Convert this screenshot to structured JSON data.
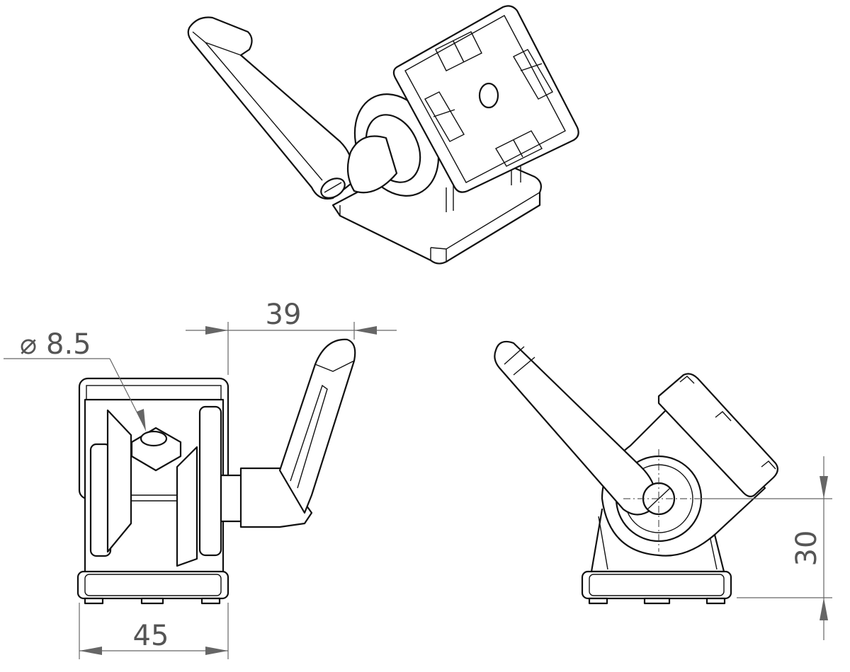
{
  "drawing": {
    "views": [
      "isometric-view",
      "front-view",
      "side-view"
    ],
    "dimensions": {
      "width_top": "39",
      "hole_diameter_symbol": "⌀",
      "hole_diameter": "8.5",
      "base_width": "45",
      "pivot_height": "30"
    },
    "colors": {
      "line": "#111111",
      "dimension": "#666666"
    }
  }
}
